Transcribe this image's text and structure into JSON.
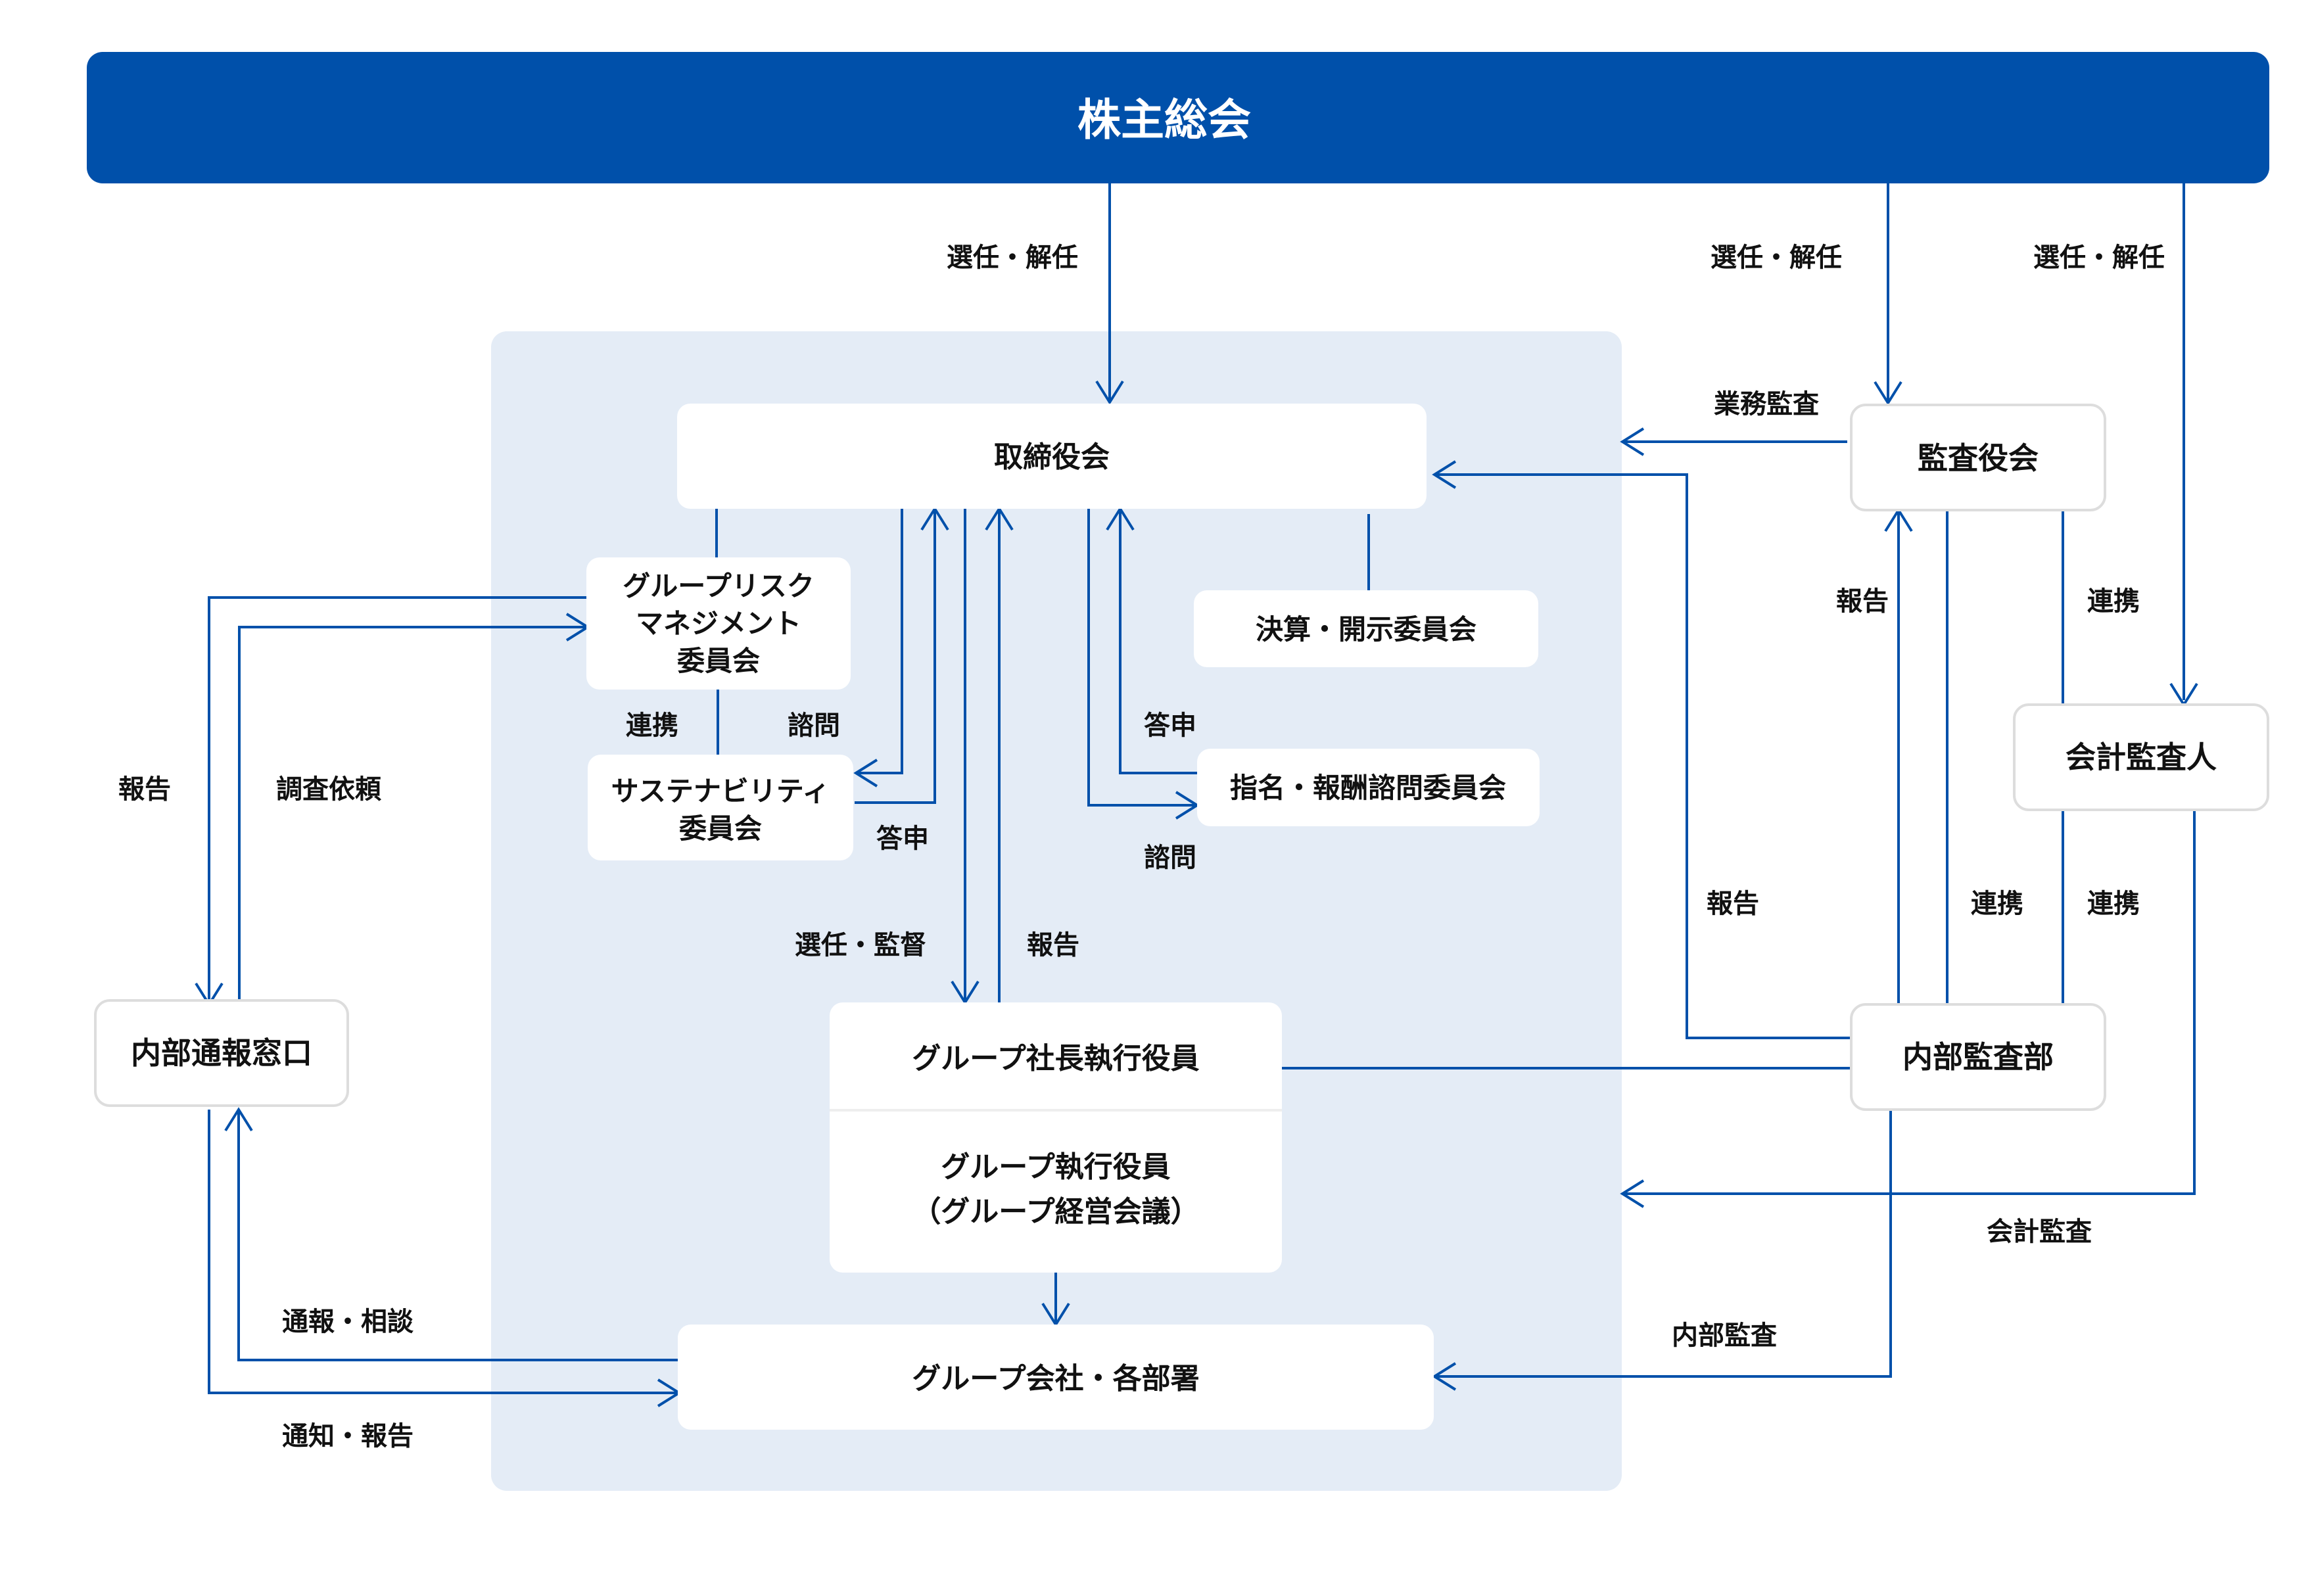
{
  "title": "株主総会",
  "colors": {
    "primary": "#0050AA",
    "panel": "#E4ECF6",
    "node_fill": "#FFFFFF",
    "node_border": "#DDDDDD",
    "divider": "#EEEEEE",
    "text": "#111111",
    "title_text": "#FFFFFF"
  },
  "nodes": {
    "board": {
      "lines": [
        "取締役会"
      ]
    },
    "risk_committee": {
      "lines": [
        "グループリスク",
        "マネジメント",
        "委員会"
      ]
    },
    "sustainability_committee": {
      "lines": [
        "サステナビリティ",
        "委員会"
      ]
    },
    "disclosure_committee": {
      "lines": [
        "決算・開示委員会"
      ]
    },
    "nomination_committee": {
      "lines": [
        "指名・報酬諮問委員会"
      ]
    },
    "president": {
      "lines": [
        "グループ社長執行役員"
      ]
    },
    "executives": {
      "lines": [
        "グループ執行役員",
        "（グループ経営会議）"
      ]
    },
    "group_companies": {
      "lines": [
        "グループ会社・各部署"
      ]
    },
    "audit_board": {
      "lines": [
        "監査役会"
      ]
    },
    "accounting_auditor": {
      "lines": [
        "会計監査人"
      ]
    },
    "internal_audit": {
      "lines": [
        "内部監査部"
      ]
    },
    "whistleblowing": {
      "lines": [
        "内部通報窓口"
      ]
    }
  },
  "labels": {
    "elect_dismiss_board": "選任・解任",
    "elect_dismiss_audit": "選任・解任",
    "elect_dismiss_accountant": "選任・解任",
    "business_audit": "業務監査",
    "report_to_audit_board": "報告",
    "coop_audit_accountant": "連携",
    "report_internal_to_board": "報告",
    "coop_internal_audit_board": "連携",
    "coop_internal_accountant": "連携",
    "accounting_audit": "会計監査",
    "internal_audit_label": "内部監査",
    "coop_risk_sustain": "連携",
    "consult_sustain": "諮問",
    "reply_sustain": "答申",
    "reply_nomination": "答申",
    "consult_nomination": "諮問",
    "appoint_supervise": "選任・監督",
    "report_president": "報告",
    "report_whistle": "報告",
    "investigation_request": "調査依頼",
    "report_consult": "通報・相談",
    "notify_report": "通知・報告"
  },
  "edges": [
    {
      "from": "shareholders_meeting",
      "to": "board",
      "label": "elect_dismiss_board",
      "arrow": "end"
    },
    {
      "from": "shareholders_meeting",
      "to": "audit_board",
      "label": "elect_dismiss_audit",
      "arrow": "end"
    },
    {
      "from": "shareholders_meeting",
      "to": "accounting_auditor",
      "label": "elect_dismiss_accountant",
      "arrow": "end"
    },
    {
      "from": "audit_board",
      "to": "board_panel",
      "label": "business_audit",
      "arrow": "end"
    },
    {
      "from": "internal_audit",
      "to": "board",
      "label": "report_internal_to_board",
      "arrow": "end"
    },
    {
      "from": "internal_audit",
      "to": "audit_board",
      "label": "report_to_audit_board",
      "arrow": "end"
    },
    {
      "from": "audit_board",
      "to": "internal_audit",
      "label": "coop_internal_audit_board",
      "arrow": "none"
    },
    {
      "from": "audit_board",
      "to": "accounting_auditor",
      "label": "coop_audit_accountant",
      "arrow": "none"
    },
    {
      "from": "accounting_auditor",
      "to": "internal_audit",
      "label": "coop_internal_accountant",
      "arrow": "none"
    },
    {
      "from": "accounting_auditor",
      "to": "board_panel",
      "label": "accounting_audit",
      "arrow": "end"
    },
    {
      "from": "internal_audit",
      "to": "group_companies",
      "label": "internal_audit_label",
      "arrow": "end"
    },
    {
      "from": "president",
      "to": "internal_audit",
      "label": "",
      "arrow": "none"
    },
    {
      "from": "board",
      "to": "risk_committee",
      "label": "",
      "arrow": "none"
    },
    {
      "from": "risk_committee",
      "to": "sustainability_committee",
      "label": "coop_risk_sustain",
      "arrow": "none"
    },
    {
      "from": "board",
      "to": "sustainability_committee",
      "label": "consult_sustain",
      "arrow": "end"
    },
    {
      "from": "sustainability_committee",
      "to": "board",
      "label": "reply_sustain",
      "arrow": "end"
    },
    {
      "from": "board",
      "to": "president",
      "label": "appoint_supervise",
      "arrow": "end"
    },
    {
      "from": "president",
      "to": "board",
      "label": "report_president",
      "arrow": "end"
    },
    {
      "from": "board",
      "to": "nomination_committee",
      "label": "consult_nomination",
      "arrow": "end"
    },
    {
      "from": "nomination_committee",
      "to": "board",
      "label": "reply_nomination",
      "arrow": "end"
    },
    {
      "from": "board",
      "to": "disclosure_committee",
      "label": "",
      "arrow": "none"
    },
    {
      "from": "executives",
      "to": "group_companies",
      "label": "",
      "arrow": "end"
    },
    {
      "from": "risk_committee",
      "to": "whistleblowing",
      "label": "report_whistle",
      "arrow": "end"
    },
    {
      "from": "whistleblowing",
      "to": "risk_committee",
      "label": "investigation_request",
      "arrow": "end"
    },
    {
      "from": "group_companies",
      "to": "whistleblowing",
      "label": "report_consult",
      "arrow": "end"
    },
    {
      "from": "whistleblowing",
      "to": "group_companies",
      "label": "notify_report",
      "arrow": "end"
    }
  ]
}
